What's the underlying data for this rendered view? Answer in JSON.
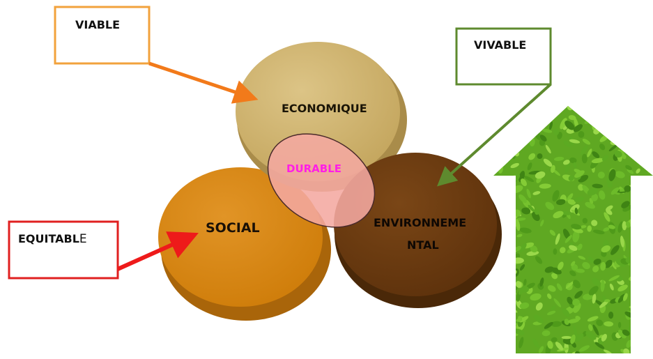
{
  "labels": {
    "viable": "VIABLE",
    "vivable": "VIVABLE",
    "equitable_main": "EQUITABL",
    "equitable_tail": "E",
    "economique": "ECONOMIQUE",
    "social": "SOCIAL",
    "environnemental_line1": "ENVIRONNEME",
    "environnemental_line2": "NTAL",
    "durable": "DURABLE"
  },
  "colors": {
    "viable_box": "#f2a23c",
    "viable_arrow": "#f27a1a",
    "vivable_box": "#5e8a2e",
    "equitable_box": "#e02020",
    "equitable_arrow": "#ee1a1a",
    "economique_disc": "#ccb06a",
    "social_disc": "#d8860e",
    "environnemental_disc": "#6e3c10",
    "durable_overlap": "#f4a8a0",
    "durable_text": "#ff1ee6",
    "leaves": "#6dbb2a"
  },
  "icons": {
    "house": "leafy-house-icon"
  }
}
